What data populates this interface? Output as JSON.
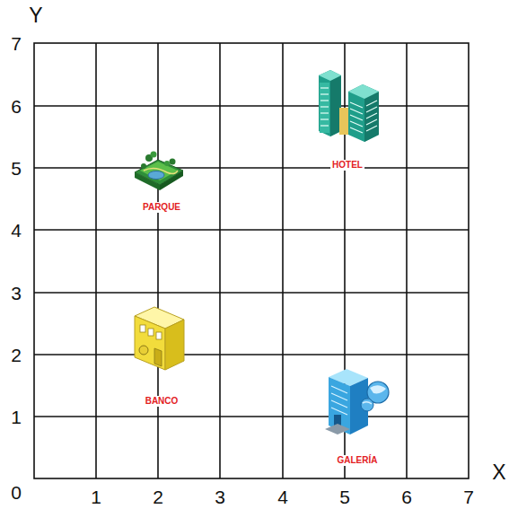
{
  "diagram": {
    "labels": [
      "Y",
      "7",
      "6",
      "HOTEL",
      "5",
      "PARQUE",
      "4",
      "3",
      "2",
      "BANCO",
      "1",
      "GALERÍA",
      "0",
      "1",
      "2",
      "3",
      "4",
      "5",
      "6",
      "7",
      "X"
    ]
  }
}
